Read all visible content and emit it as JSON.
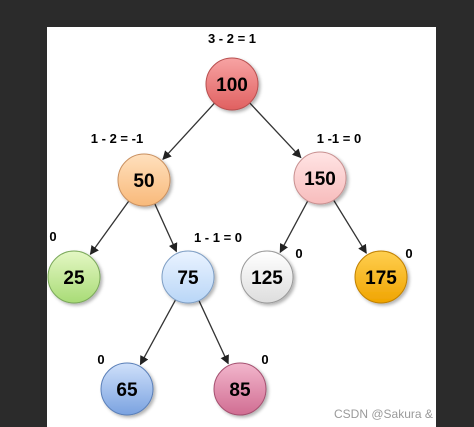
{
  "colors": {
    "page_bg": "#2b2b2b",
    "canvas_bg": "#ffffff"
  },
  "nodes": [
    {
      "id": "n100",
      "label": "100",
      "balance_label": "3 - 2 = 1",
      "fill_light": "#f7a3a3",
      "fill_dark": "#e06060",
      "stroke": "#b85050"
    },
    {
      "id": "n50",
      "label": "50",
      "balance_label": "1 - 2 = -1",
      "fill_light": "#ffe0bd",
      "fill_dark": "#f8b97a",
      "stroke": "#c99060"
    },
    {
      "id": "n150",
      "label": "150",
      "balance_label": "1 -1 = 0",
      "fill_light": "#ffe4e4",
      "fill_dark": "#f7bcbc",
      "stroke": "#c89090"
    },
    {
      "id": "n25",
      "label": "25",
      "balance_label": "0",
      "fill_light": "#e4f7c4",
      "fill_dark": "#a8db76",
      "stroke": "#7aa85a"
    },
    {
      "id": "n75",
      "label": "75",
      "balance_label": "1 - 1 = 0",
      "fill_light": "#eaf3ff",
      "fill_dark": "#b9d6f7",
      "stroke": "#7e9ec4"
    },
    {
      "id": "n125",
      "label": "125",
      "balance_label": "0",
      "fill_light": "#ffffff",
      "fill_dark": "#dddddd",
      "stroke": "#999999"
    },
    {
      "id": "n175",
      "label": "175",
      "balance_label": "0",
      "fill_light": "#ffcf50",
      "fill_dark": "#f0a400",
      "stroke": "#c08000"
    },
    {
      "id": "n65",
      "label": "65",
      "balance_label": "0",
      "fill_light": "#cfe0fa",
      "fill_dark": "#7aa2e0",
      "stroke": "#5a7fb8"
    },
    {
      "id": "n85",
      "label": "85",
      "balance_label": "0",
      "fill_light": "#f2b6cc",
      "fill_dark": "#d06d92",
      "stroke": "#a4506f"
    }
  ],
  "edges": [
    {
      "from": "n100",
      "to": "n50"
    },
    {
      "from": "n100",
      "to": "n150"
    },
    {
      "from": "n50",
      "to": "n25"
    },
    {
      "from": "n50",
      "to": "n75"
    },
    {
      "from": "n150",
      "to": "n125"
    },
    {
      "from": "n150",
      "to": "n175"
    },
    {
      "from": "n75",
      "to": "n65"
    },
    {
      "from": "n75",
      "to": "n85"
    }
  ],
  "watermark": "CSDN @Sakura & NANA"
}
